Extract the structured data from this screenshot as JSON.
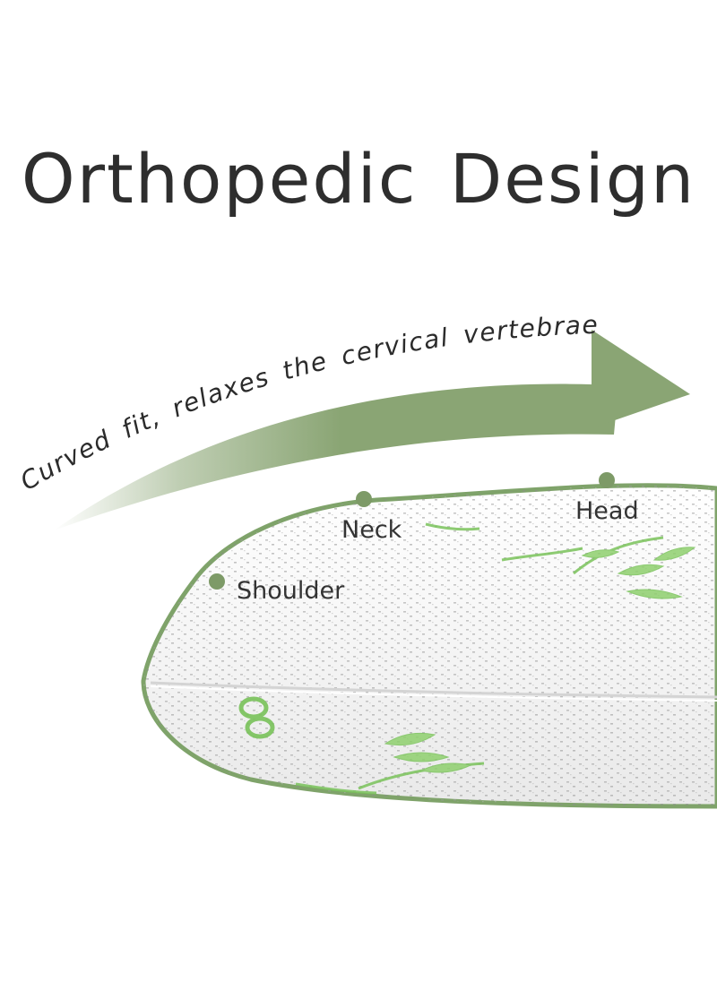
{
  "title": "Orthopedic Design",
  "arrow_caption": "Curved fit, relaxes the cervical vertebrae",
  "points": {
    "shoulder": "Shoulder",
    "neck": "Neck",
    "head": "Head"
  },
  "colors": {
    "accent_green": "#8aa574",
    "dot_green": "#7d9a67",
    "pillow_edge": "#7fa36a",
    "bamboo_green": "#79c25a",
    "title_text": "#2e2e2e"
  },
  "icons": [
    "curved-arrow-icon",
    "bamboo-leaf-icon"
  ]
}
